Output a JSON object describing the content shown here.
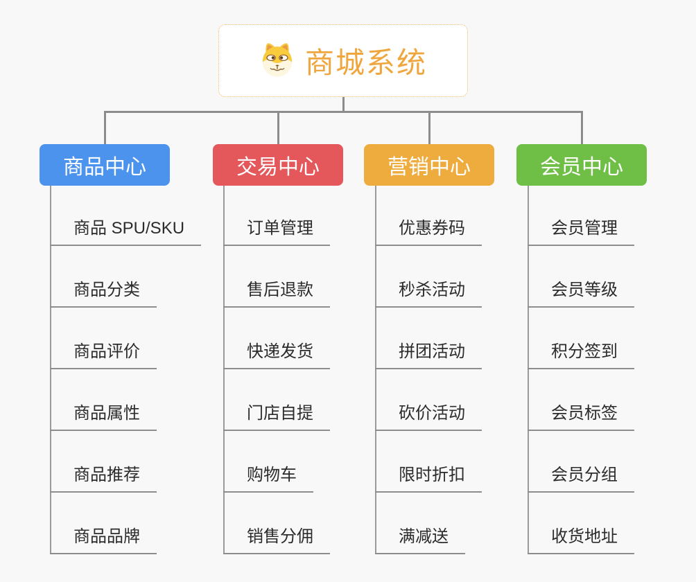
{
  "root": {
    "title": "商城系统",
    "icon": "dog-face-icon"
  },
  "branches": [
    {
      "label": "商品中心",
      "color": "#4b93ec",
      "items": [
        "商品 SPU/SKU",
        "商品分类",
        "商品评价",
        "商品属性",
        "商品推荐",
        "商品品牌"
      ]
    },
    {
      "label": "交易中心",
      "color": "#e4585c",
      "items": [
        "订单管理",
        "售后退款",
        "快递发货",
        "门店自提",
        "购物车",
        "销售分佣"
      ]
    },
    {
      "label": "营销中心",
      "color": "#efac3e",
      "items": [
        "优惠券码",
        "秒杀活动",
        "拼团活动",
        "砍价活动",
        "限时折扣",
        "满减送"
      ]
    },
    {
      "label": "会员中心",
      "color": "#6fbe45",
      "items": [
        "会员管理",
        "会员等级",
        "积分签到",
        "会员标签",
        "会员分组",
        "收货地址"
      ]
    }
  ],
  "colors": {
    "background": "#f8f8f8",
    "connector": "#8c8c8c",
    "leaf_text": "#2b2b2b",
    "root_title": "#f0a63f",
    "root_border": "#f2b863"
  }
}
